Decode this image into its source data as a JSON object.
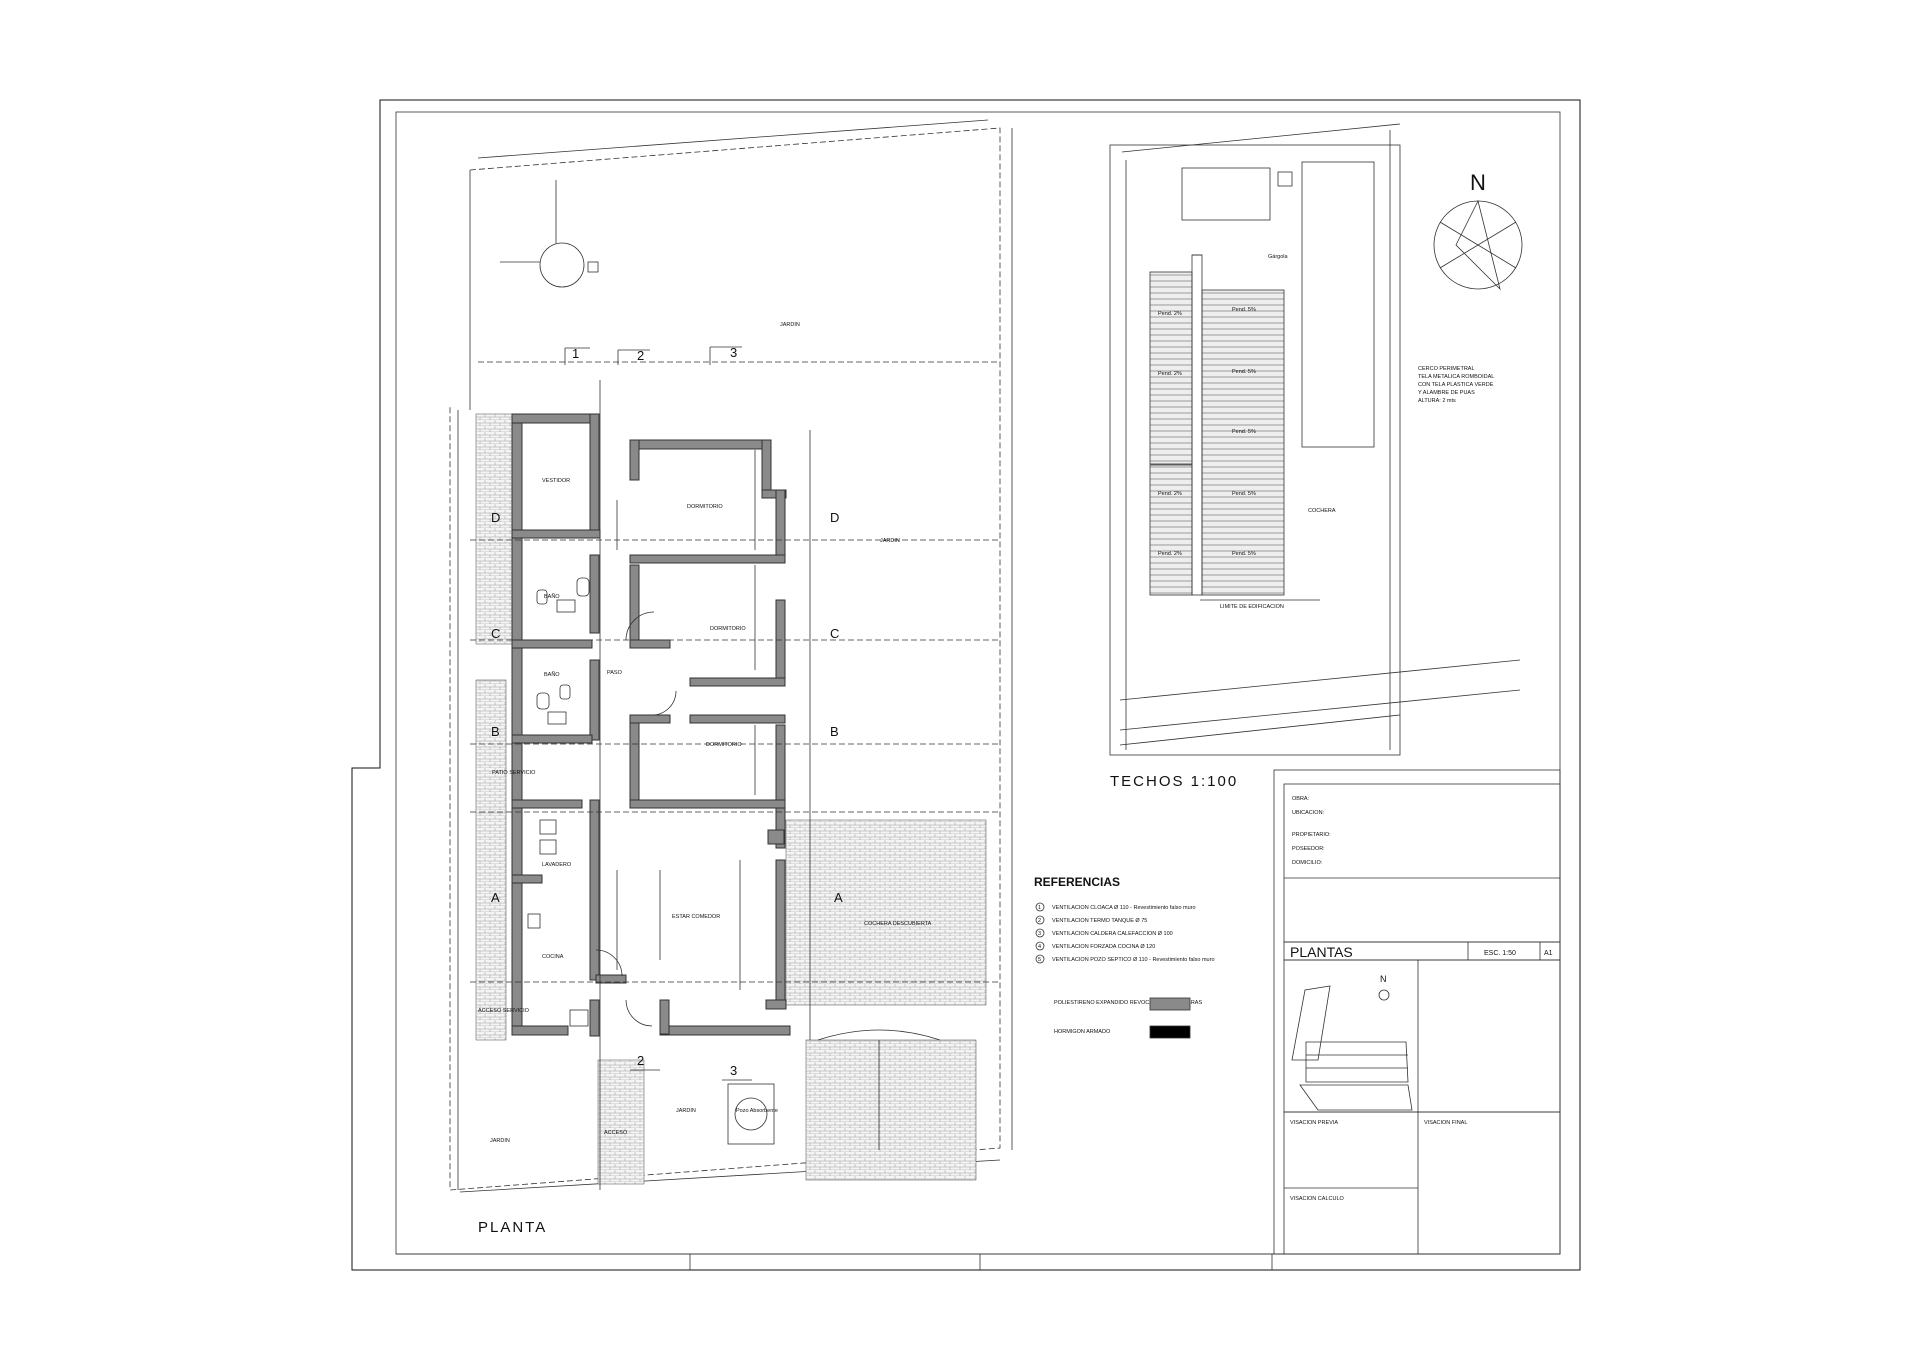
{
  "sheet": {
    "plan_title": "PLANTA",
    "roof_title": "TECHOS 1:100"
  },
  "plan": {
    "axes_top": [
      "1",
      "2",
      "3"
    ],
    "axes_bottom": [
      "2",
      "3"
    ],
    "axes_left": [
      "D",
      "C",
      "B",
      "A"
    ],
    "axes_right": [
      "D",
      "C",
      "B",
      "A"
    ],
    "rooms": {
      "vestidor": "VESTIDOR",
      "dormitorio1": "DORMITORIO",
      "dormitorio2": "DORMITORIO",
      "dormitorio3": "DORMITORIO",
      "bano1": "BAÑO",
      "bano2": "BAÑO",
      "paso": "PASO",
      "lavadero": "LAVADERO",
      "estar_comedor": "ESTAR COMEDOR",
      "cocina": "COCINA",
      "cochera": "COCHERA DESCUBIERTA",
      "jardin_top": "JARDIN",
      "jardin_right": "JARDIN",
      "jardin_bottom": "JARDIN",
      "jardin_left": "JARDIN",
      "patio_servicio": "PATIO SERVICIO",
      "acceso_servicio": "ACCESO SERVICIO",
      "acceso": "ACCESO",
      "pozo_absorbente": "Pozo Absorbente"
    }
  },
  "roof": {
    "labels": {
      "pend_small": "Pend. 2%",
      "pend_large": "Pend. 5%",
      "cochera": "COCHERA",
      "limite": "LIMITE DE EDIFICACION",
      "gargola": "Gárgola",
      "north": "N"
    },
    "perimeter_note": [
      "CERCO PERIMETRAL",
      "TELA METALICA ROMBOIDAL",
      "CON TELA PLASTICA VERDE",
      "Y ALAMBRE DE PUAS",
      "ALTURA: 2 mts"
    ]
  },
  "references": {
    "title": "REFERENCIAS",
    "items": [
      {
        "num": "1",
        "text": "VENTILACION CLOACA Ø 110 - Revestimiento falso muro"
      },
      {
        "num": "2",
        "text": "VENTILACION TERMO TANQUE Ø 75"
      },
      {
        "num": "3",
        "text": "VENTILACION CALDERA CALEFACCION Ø 100"
      },
      {
        "num": "4",
        "text": "VENTILACION FORZADA COCINA Ø 120"
      },
      {
        "num": "5",
        "text": "VENTILACION POZO SEPTICO Ø 110 - Revestimiento falso muro"
      }
    ],
    "legend": [
      {
        "label": "POLIESTIRENO EXPANDIDO REVOCADO AMBAS CARAS",
        "color": "#8a8a8a"
      },
      {
        "label": "HORMIGON ARMADO",
        "color": "#000000"
      }
    ]
  },
  "title_block": {
    "fields": [
      "OBRA:",
      "UBICACION:",
      "PROPIETARIO:",
      "POSEEDOR:",
      "DOMICILIO:"
    ],
    "sheet_name": "PLANTAS",
    "scale": "ESC. 1:50",
    "sheet_code": "A1",
    "location_north": "N",
    "visacion_previa": "VISACION PREVIA",
    "visacion_final": "VISACION FINAL",
    "visacion_calculo": "VISACION CALCULO"
  }
}
